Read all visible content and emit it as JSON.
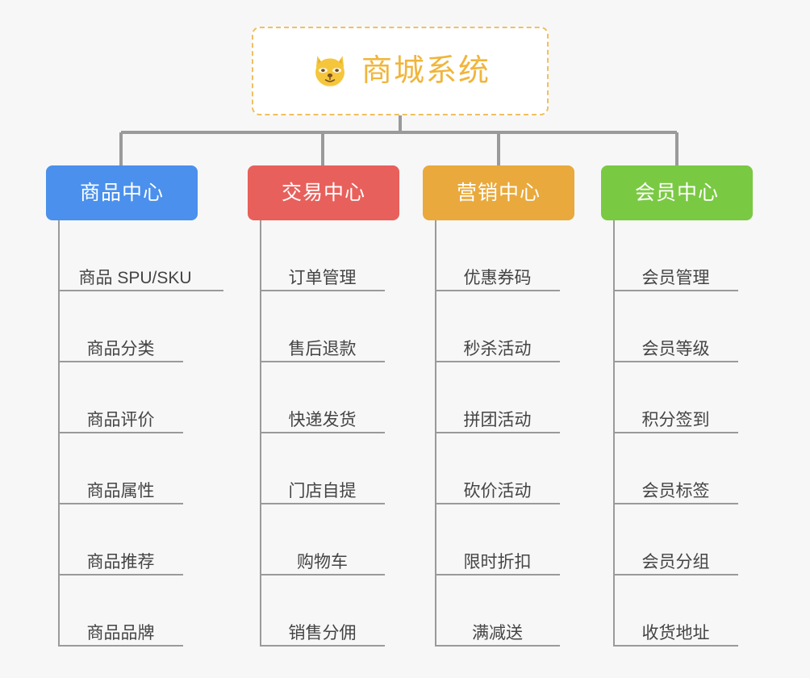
{
  "root": {
    "title": "商城系统",
    "icon": "shiba-dog-icon",
    "border_color": "#f0c060",
    "text_color": "#f0b53c",
    "background": "#ffffff"
  },
  "canvas": {
    "background": "#f7f7f7",
    "line_color": "#9a9a9a"
  },
  "columns": [
    {
      "id": "product-center",
      "label": "商品中心",
      "color": "#4a90ec",
      "items": [
        "商品 SPU/SKU",
        "商品分类",
        "商品评价",
        "商品属性",
        "商品推荐",
        "商品品牌"
      ]
    },
    {
      "id": "trade-center",
      "label": "交易中心",
      "color": "#e8605b",
      "items": [
        "订单管理",
        "售后退款",
        "快递发货",
        "门店自提",
        "购物车",
        "销售分佣"
      ]
    },
    {
      "id": "marketing-center",
      "label": "营销中心",
      "color": "#e9a93c",
      "items": [
        "优惠券码",
        "秒杀活动",
        "拼团活动",
        "砍价活动",
        "限时折扣",
        "满减送"
      ]
    },
    {
      "id": "member-center",
      "label": "会员中心",
      "color": "#7ac943",
      "items": [
        "会员管理",
        "会员等级",
        "积分签到",
        "会员标签",
        "会员分组",
        "收货地址"
      ]
    }
  ]
}
